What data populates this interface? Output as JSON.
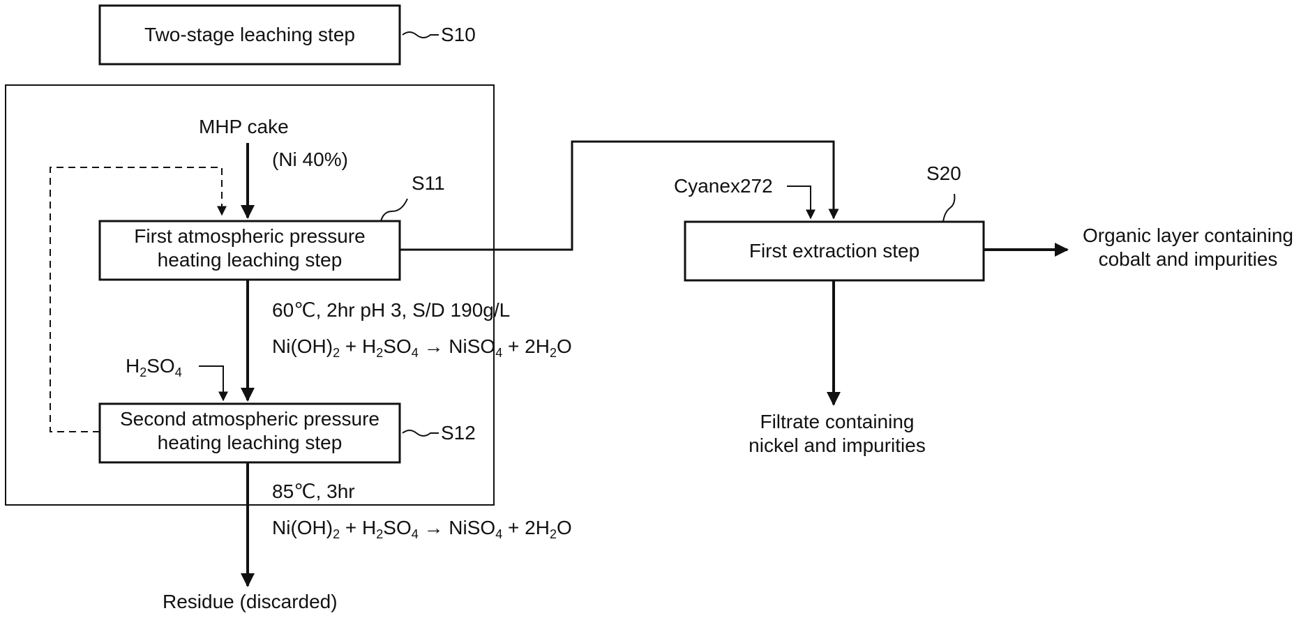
{
  "diagram": {
    "boxes": {
      "s10": {
        "text": "Two-stage leaching step",
        "ref": "S10"
      },
      "s11": {
        "line1": "First atmospheric pressure",
        "line2": "heating leaching step",
        "ref": "S11"
      },
      "s12": {
        "line1": "Second atmospheric pressure",
        "line2": "heating leaching step",
        "ref": "S12"
      },
      "s20": {
        "text": "First extraction step",
        "ref": "S20"
      }
    },
    "inputs": {
      "mhp_cake": "MHP cake",
      "mhp_grade": "(Ni 40%)",
      "h2so4": {
        "base": "H",
        "sub1": "2",
        "mid": "SO",
        "sub2": "4"
      },
      "cyanex": "Cyanex272"
    },
    "conditions": {
      "stage1": "60℃, 2hr pH 3, S/D 190g/L",
      "stage2": "85℃, 3hr"
    },
    "reaction": {
      "p1": "Ni(OH)",
      "s1": "2",
      "p2": " + H",
      "s2": "2",
      "p3": "SO",
      "s3": "4",
      "p4": " → NiSO",
      "s4": "4",
      "p5": " + 2H",
      "s5": "2",
      "p6": "O"
    },
    "outputs": {
      "residue": "Residue (discarded)",
      "filtrate_line1": "Filtrate containing",
      "filtrate_line2": "nickel and impurities",
      "organic_line1": "Organic layer containing",
      "organic_line2": "cobalt and impurities"
    }
  }
}
